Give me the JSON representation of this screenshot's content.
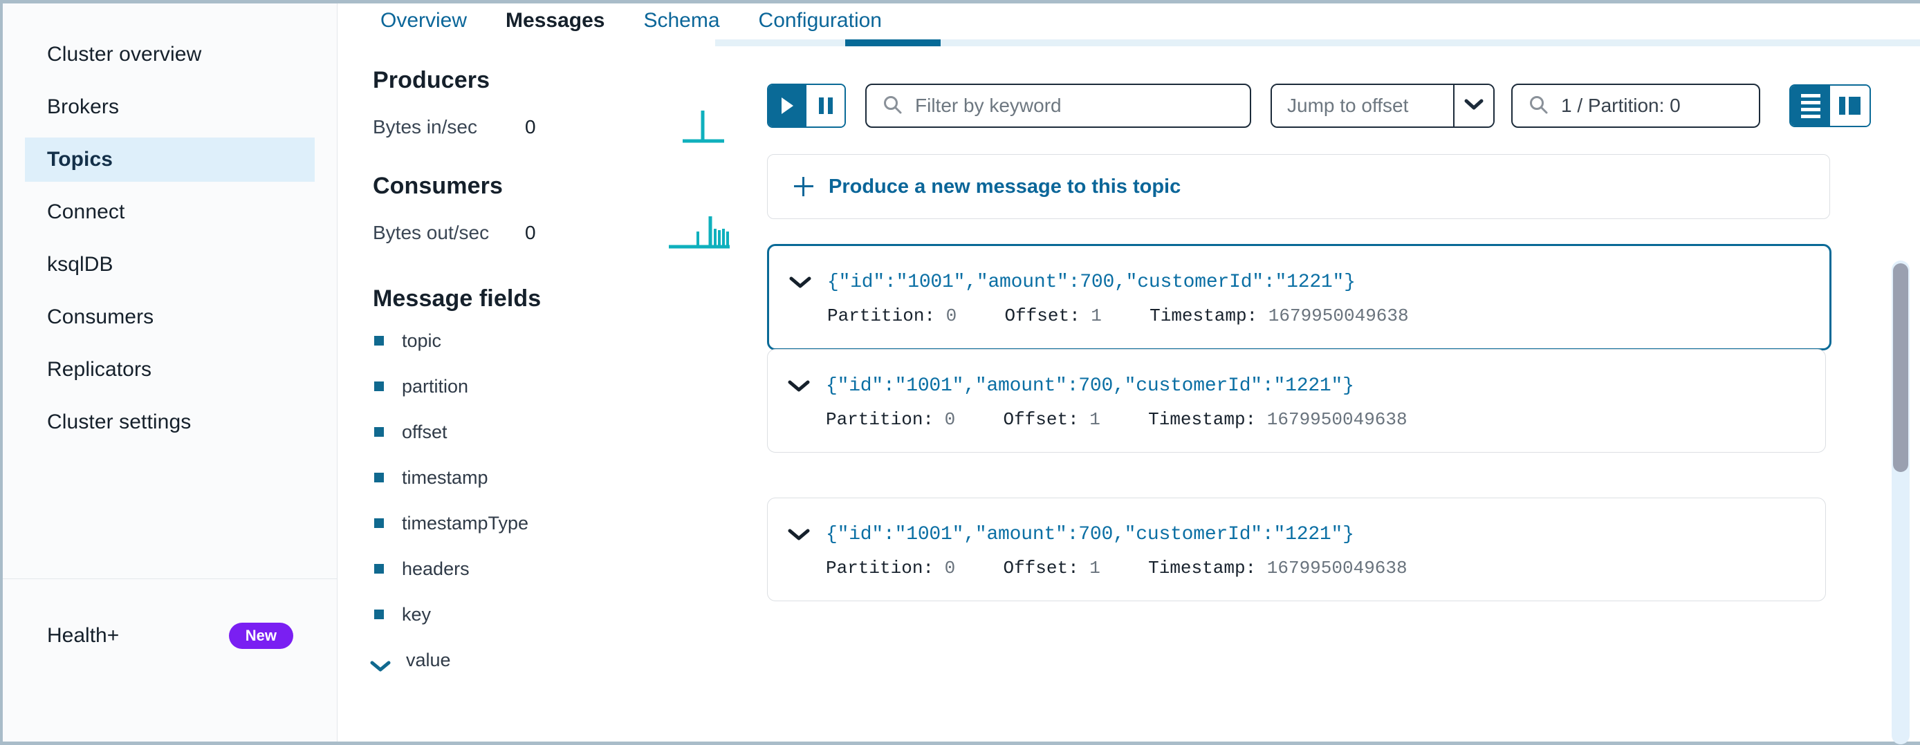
{
  "sidebar": {
    "items": [
      {
        "label": "Cluster overview",
        "active": false
      },
      {
        "label": "Brokers",
        "active": false
      },
      {
        "label": "Topics",
        "active": true
      },
      {
        "label": "Connect",
        "active": false
      },
      {
        "label": "ksqlDB",
        "active": false
      },
      {
        "label": "Consumers",
        "active": false
      },
      {
        "label": "Replicators",
        "active": false
      },
      {
        "label": "Cluster settings",
        "active": false
      }
    ],
    "health": {
      "label": "Health+",
      "badge": "New"
    }
  },
  "tabs": [
    {
      "label": "Overview",
      "active": false
    },
    {
      "label": "Messages",
      "active": true
    },
    {
      "label": "Schema",
      "active": false
    },
    {
      "label": "Configuration",
      "active": false
    }
  ],
  "stats": {
    "producers": {
      "title": "Producers",
      "metric_label": "Bytes in/sec",
      "metric_value": "0"
    },
    "consumers": {
      "title": "Consumers",
      "metric_label": "Bytes out/sec",
      "metric_value": "0"
    }
  },
  "message_fields": {
    "title": "Message fields",
    "items": [
      {
        "label": "topic",
        "expandable": false
      },
      {
        "label": "partition",
        "expandable": false
      },
      {
        "label": "offset",
        "expandable": false
      },
      {
        "label": "timestamp",
        "expandable": false
      },
      {
        "label": "timestampType",
        "expandable": false
      },
      {
        "label": "headers",
        "expandable": false
      },
      {
        "label": "key",
        "expandable": false
      },
      {
        "label": "value",
        "expandable": true
      }
    ]
  },
  "toolbar": {
    "play_label": "play",
    "pause_label": "pause",
    "play_active": true,
    "filter_placeholder": "Filter by keyword",
    "filter_value": "",
    "jump_placeholder": "Jump to offset",
    "jump_value": "",
    "search_value": "1 / Partition: 0",
    "view_list_label": "list-view",
    "view_cards_label": "card-view",
    "view_list_active": true
  },
  "produce": {
    "label": "Produce a new message to this topic"
  },
  "messages": [
    {
      "json": "{\"id\":\"1001\",\"amount\":700,\"customerId\":\"1221\"}",
      "partition_label": "Partition:",
      "partition_value": "0",
      "offset_label": "Offset:",
      "offset_value": "1",
      "timestamp_label": "Timestamp:",
      "timestamp_value": "1679950049638",
      "selected": true
    },
    {
      "json": "{\"id\":\"1001\",\"amount\":700,\"customerId\":\"1221\"}",
      "partition_label": "Partition:",
      "partition_value": "0",
      "offset_label": "Offset:",
      "offset_value": "1",
      "timestamp_label": "Timestamp:",
      "timestamp_value": "1679950049638",
      "selected": false
    },
    {
      "json": "{\"id\":\"1001\",\"amount\":700,\"customerId\":\"1221\"}",
      "partition_label": "Partition:",
      "partition_value": "0",
      "offset_label": "Offset:",
      "offset_value": "1",
      "timestamp_label": "Timestamp:",
      "timestamp_value": "1679950049638",
      "selected": false
    }
  ],
  "colors": {
    "accent_blue": "#0a6a97",
    "link_blue": "#0b6699",
    "active_nav_bg": "#deeffa",
    "badge_purple": "#7a1ff2",
    "sparkline_teal": "#0fb0bd",
    "json_text": "#0b6fa4"
  }
}
